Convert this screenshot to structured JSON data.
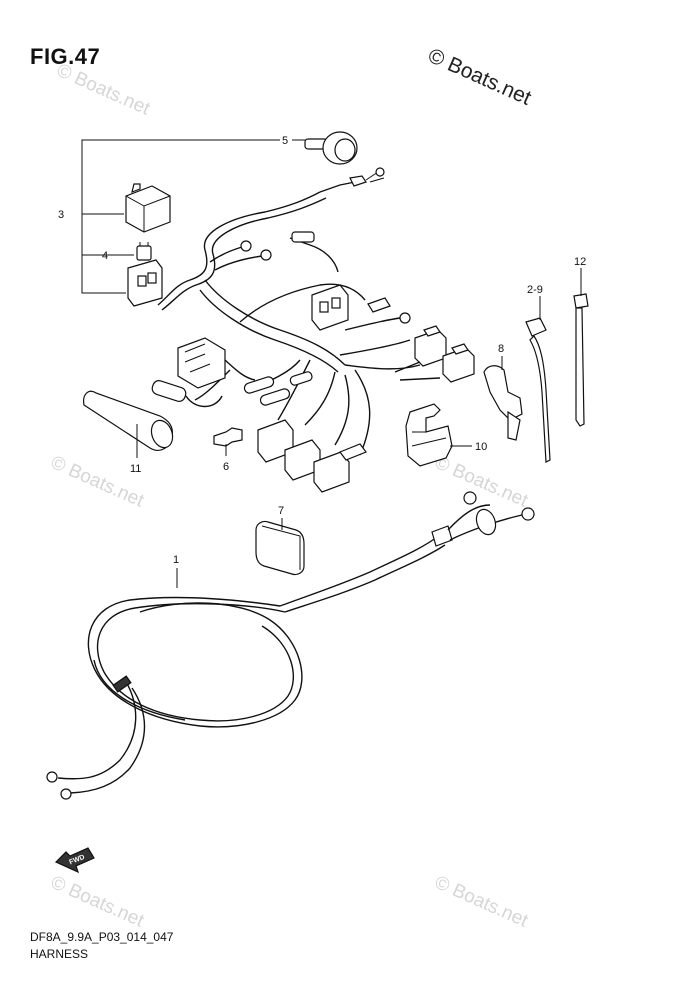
{
  "figure": {
    "title": "FIG.47",
    "code": "DF8A_9.9A_P03_014_047",
    "name": "HARNESS"
  },
  "copyright": "© Boats.net",
  "watermark": "© Boats.net",
  "fwd_label": "FWD",
  "callouts": {
    "c1": "1",
    "c2_9": "2-9",
    "c3": "3",
    "c4": "4",
    "c5": "5",
    "c6": "6",
    "c7": "7",
    "c8": "8",
    "c10": "10",
    "c11": "11",
    "c12": "12"
  }
}
